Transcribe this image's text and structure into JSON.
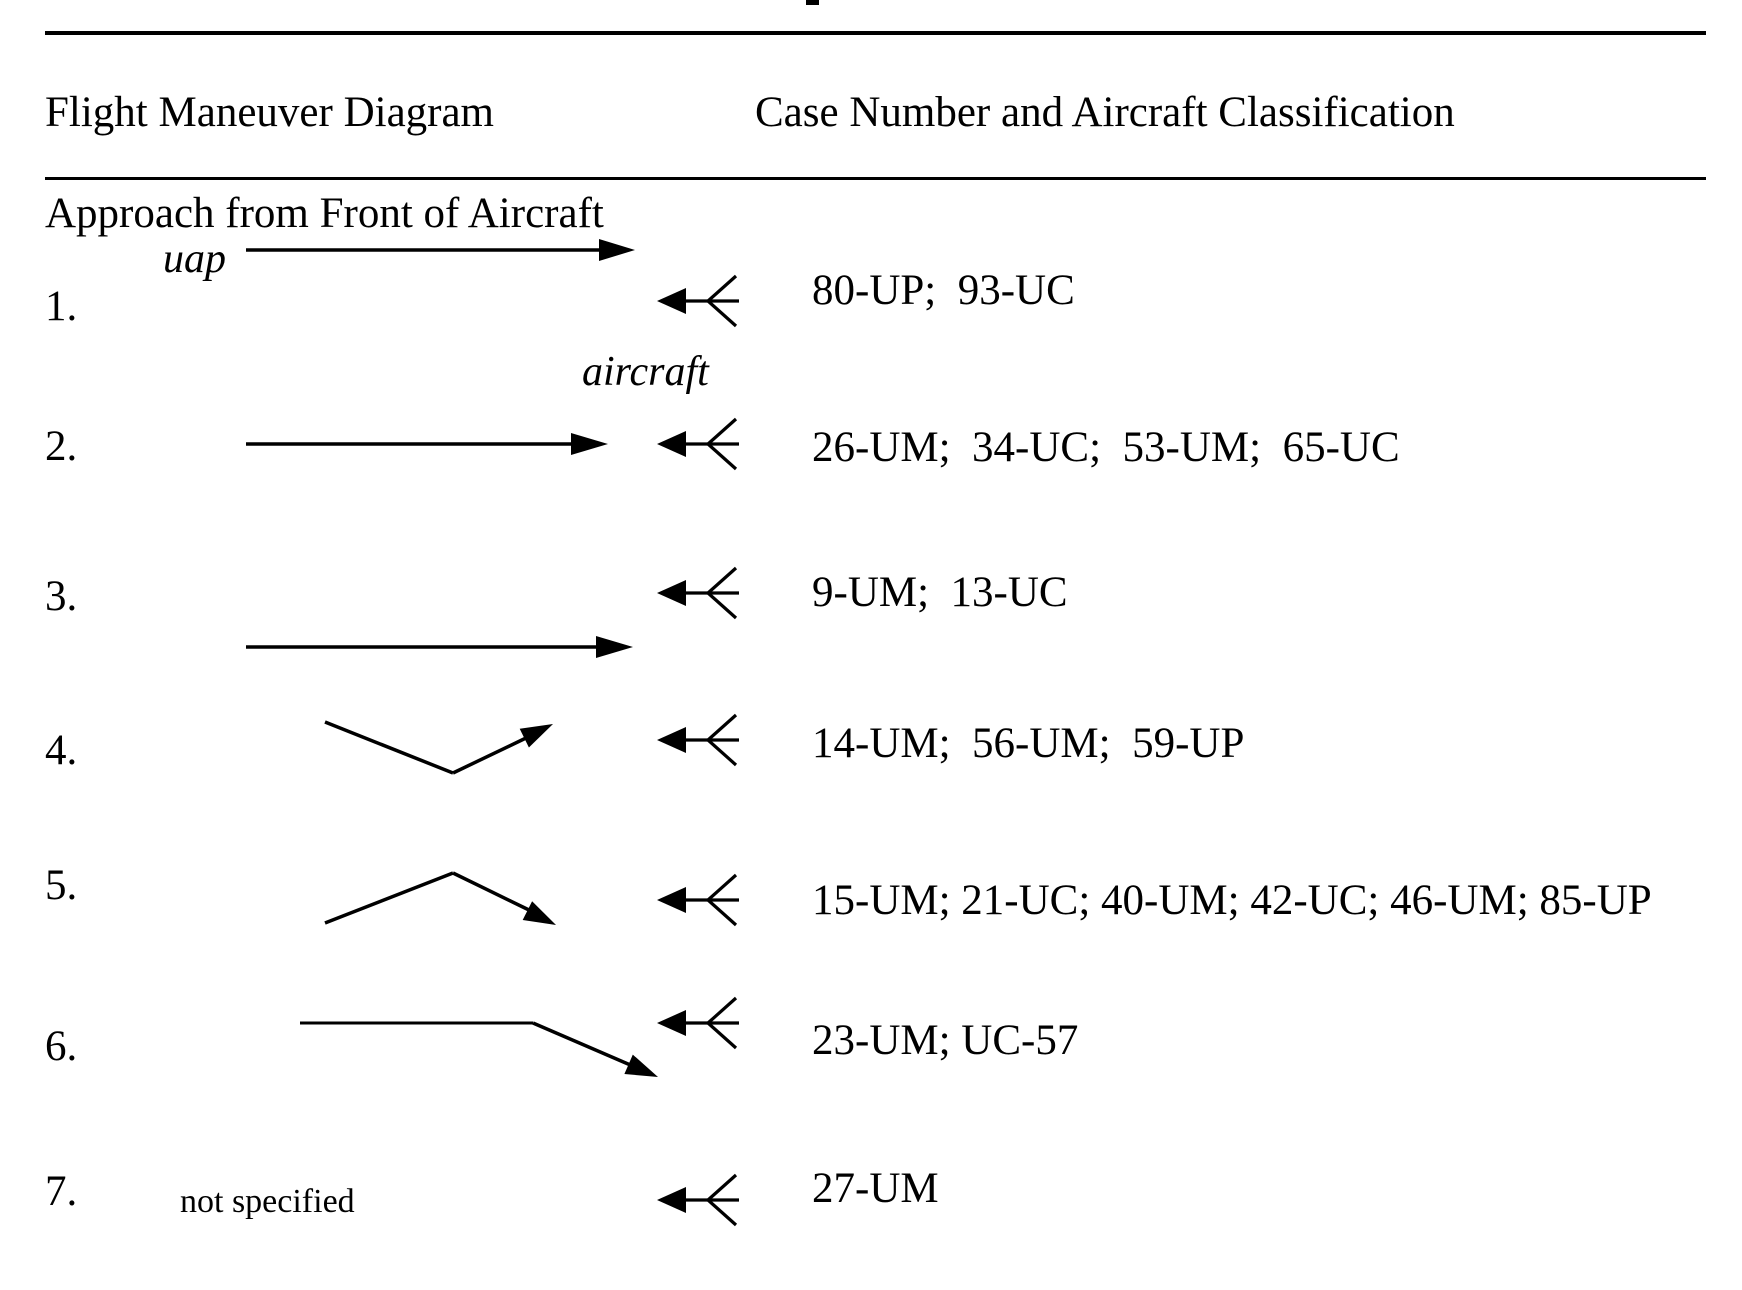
{
  "colors": {
    "ink": "#000000",
    "background": "#ffffff"
  },
  "header": {
    "col1": "Flight Maneuver Diagram",
    "col2": "Case Number and Aircraft Classification"
  },
  "section": {
    "title": "Approach from Front of Aircraft"
  },
  "labels": {
    "uap": "uap",
    "aircraft": "aircraft"
  },
  "rows": [
    {
      "number": "1.",
      "cases": "80-UP;  93-UC",
      "maneuver": "straight level approach toward aircraft"
    },
    {
      "number": "2.",
      "cases": "26-UM;  34-UC;  53-UM;  65-UC",
      "maneuver": "straight level approach head-on"
    },
    {
      "number": "3.",
      "cases": "9-UM;  13-UC",
      "maneuver": "straight level approach below aircraft"
    },
    {
      "number": "4.",
      "cases": "14-UM;  56-UM;  59-UP",
      "maneuver": "descend then climb toward aircraft"
    },
    {
      "number": "5.",
      "cases": "15-UM; 21-UC; 40-UM; 42-UC; 46-UM; 85-UP",
      "maneuver": "climb then descend toward aircraft"
    },
    {
      "number": "6.",
      "cases": "23-UM; UC-57",
      "maneuver": "level then descend below aircraft"
    },
    {
      "number": "7.",
      "cases": "27-UM",
      "maneuver": "not specified",
      "note": "not specified"
    }
  ]
}
